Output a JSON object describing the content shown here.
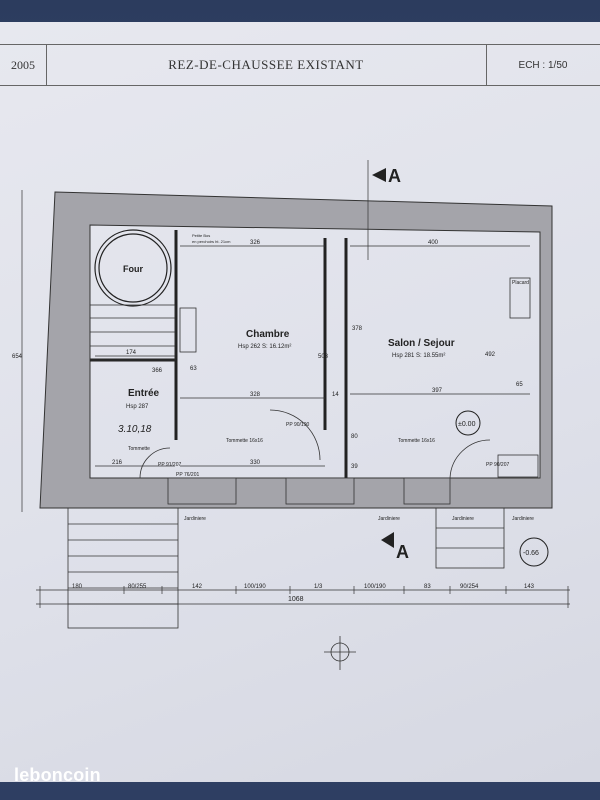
{
  "title_block": {
    "year": "2005",
    "title": "REZ-DE-CHAUSSEE EXISTANT",
    "scale": "ECH : 1/50"
  },
  "section_markers": [
    "A",
    "A"
  ],
  "rooms": {
    "four": "Four",
    "chambre": "Chambre",
    "chambre_info": "Hsp 262   S: 16.12m²",
    "salon": "Salon / Sejour",
    "salon_info": "Hsp 281   S: 18.55m²",
    "entree": "Entrée",
    "entree_info": "Hsp 287",
    "placard": "Placard"
  },
  "annotations": {
    "handwritten": "3.10,18",
    "tommette": "Tommette",
    "tommette_1": "Tommette 16x16",
    "tommette_2": "Tommette 16x16",
    "petite_note_1": "Petite Bos",
    "petite_note_2": "en perchoirs ht. 21cm",
    "level_0": "±0.00",
    "level_minus": "-0.66",
    "pp_1": "PP 90/190",
    "pp_2": "PP 76/201",
    "pp_3": "PP 90/207",
    "pp_4": "PP 91/207",
    "jardiniere_1": "Jardiniere",
    "jardiniere_2": "Jardiniere",
    "jardiniere_3": "Jardiniere",
    "jardiniere_4": "Jardiniere"
  },
  "dimensions": {
    "d326": "326",
    "d400": "400",
    "d378": "378",
    "d503": "503",
    "d174": "174",
    "d366": "366",
    "d63": "63",
    "d328": "328",
    "d397": "397",
    "d14": "14",
    "d492": "492",
    "d65": "65",
    "d80": "80",
    "d39": "39",
    "d216": "216",
    "d330": "330",
    "d654": "654"
  },
  "bottom_dims": [
    "180",
    "80/255",
    "142",
    "100/190",
    "1/3",
    "100/190",
    "83",
    "90/254",
    "143"
  ],
  "total_dim": "1068",
  "watermark": "leboncoin",
  "colors": {
    "paper": "#e3e5ec",
    "wall": "#9a9aa0",
    "line": "#2a2a2a",
    "background": "#34466c"
  }
}
